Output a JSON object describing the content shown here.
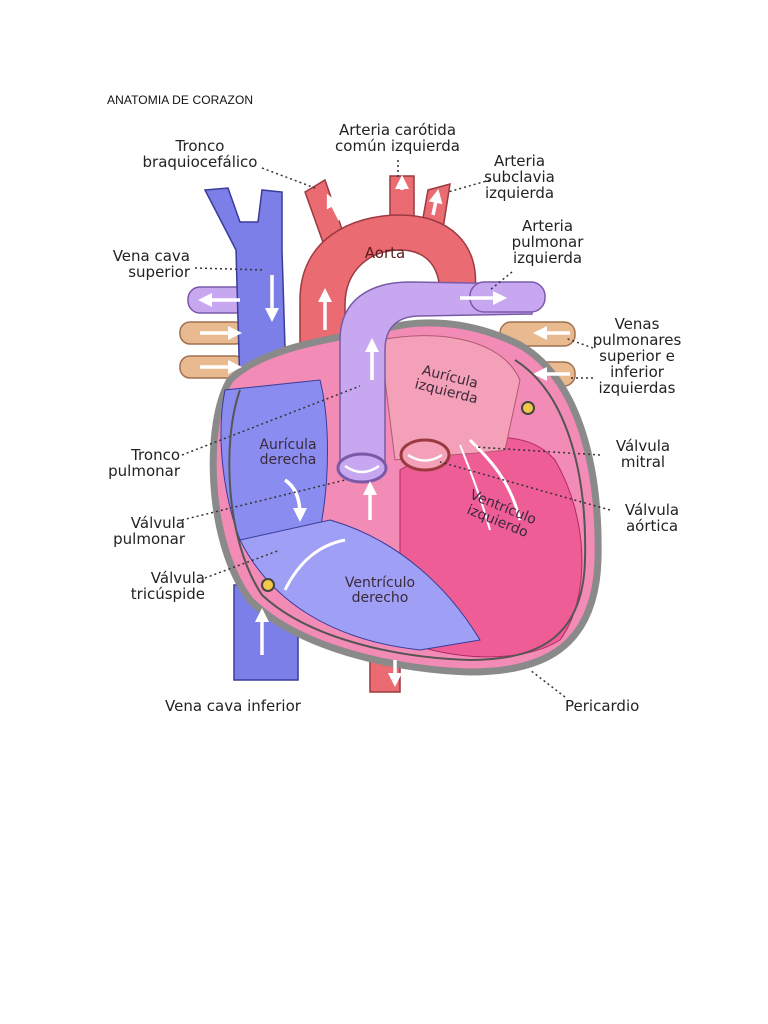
{
  "document": {
    "title": "ANATOMIA DE CORAZON"
  },
  "colors": {
    "oxygenated": "#ea6b72",
    "deoxygenated": "#7d7fe8",
    "pulmonary_artery": "#b99ae8",
    "pulmonary_veins": "#e9b98f",
    "left_ventricle": "#f0609a",
    "pericardium": "#9a9a9a"
  },
  "labels": {
    "tronco_braquiocefalico": "Tronco\nbraquiocefálico",
    "arteria_carotida": "Arteria carótida\ncomún izquierda",
    "arteria_subclavia": "Arteria\nsubclavia\nizquierda",
    "arteria_pulmonar": "Arteria\npulmonar\nizquierda",
    "vena_cava_superior": "Vena cava\nsuperior",
    "venas_pulmonares": "Venas\npulmonares\nsuperior e\ninferior\nizquierdas",
    "aorta": "Aorta",
    "auricula_izquierda": "Aurícula\nizquierda",
    "auricula_derecha": "Aurícula\nderecha",
    "tronco_pulmonar": "Tronco\npulmonar",
    "valvula_mitral": "Válvula\nmitral",
    "valvula_pulmonar": "Válvula\npulmonar",
    "valvula_aortica": "Válvula\naórtica",
    "ventriculo_izquierdo": "Ventrículo\nizquierdo",
    "valvula_tricuspide": "Válvula\ntricúspide",
    "ventriculo_derecho": "Ventrículo\nderecho",
    "vena_cava_inferior": "Vena cava inferior",
    "pericardio": "Pericardio"
  }
}
